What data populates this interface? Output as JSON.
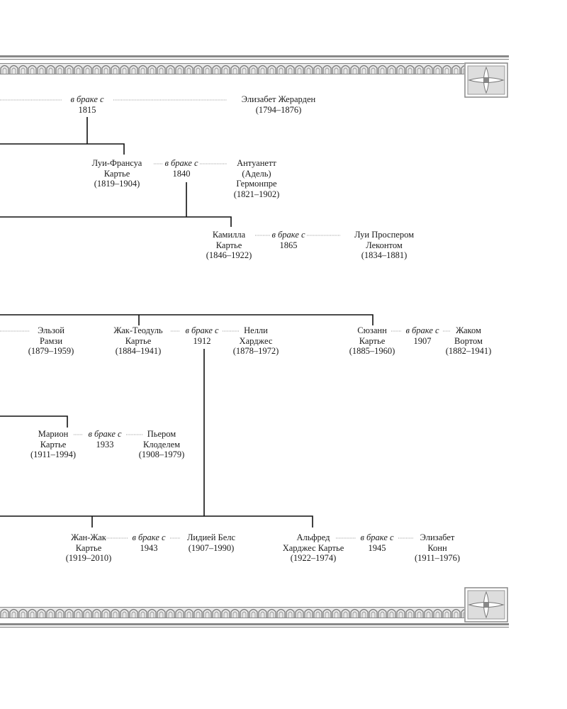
{
  "marriage_label": "в браке с",
  "gen1": {
    "marriage": {
      "year": "1815"
    },
    "spouse": {
      "lines": [
        "Элизабет Жерарден",
        "(1794–1876)"
      ]
    }
  },
  "gen2": {
    "person": {
      "lines": [
        "Луи-Франсуа",
        "Картье",
        "(1819–1904)"
      ]
    },
    "marriage": {
      "year": "1840"
    },
    "spouse": {
      "lines": [
        "Антуанетт",
        "(Адель)",
        "Гермонпре",
        "(1821–1902)"
      ]
    }
  },
  "gen3": {
    "person": {
      "lines": [
        "Камилла",
        "Картье",
        "(1846–1922)"
      ]
    },
    "marriage": {
      "year": "1865"
    },
    "spouse": {
      "lines": [
        "Луи Проспером",
        "Леконтом",
        "(1834–1881)"
      ]
    }
  },
  "gen4": {
    "elsie": {
      "lines": [
        "Эльзой",
        "Рамзи",
        "(1879–1959)"
      ]
    },
    "jacques": {
      "lines": [
        "Жак-Теодуль",
        "Картье",
        "(1884–1941)"
      ]
    },
    "jacques_marriage": {
      "year": "1912"
    },
    "nelly": {
      "lines": [
        "Нелли",
        "Харджес",
        "(1878–1972)"
      ]
    },
    "suzanne": {
      "lines": [
        "Сюзанн",
        "Картье",
        "(1885–1960)"
      ]
    },
    "suzanne_marriage": {
      "year": "1907"
    },
    "worth": {
      "lines": [
        "Жаком",
        "Вортом",
        "(1882–1941)"
      ]
    }
  },
  "gen5": {
    "marion": {
      "lines": [
        "Марион",
        "Картье",
        "(1911–1994)"
      ]
    },
    "marion_marriage": {
      "year": "1933"
    },
    "pierre": {
      "lines": [
        "Пьером",
        "Клоделем",
        "(1908–1979)"
      ]
    },
    "jeanjacques": {
      "lines": [
        "Жан-Жак",
        "Картье",
        "(1919–2010)"
      ]
    },
    "jeanjacques_marriage": {
      "year": "1943"
    },
    "lydia": {
      "lines": [
        "Лидией Белс",
        "(1907–1990)"
      ]
    },
    "alfred": {
      "lines": [
        "Альфред",
        "Харджес Картье",
        "(1922–1974)"
      ]
    },
    "alfred_marriage": {
      "year": "1945"
    },
    "elisabeth": {
      "lines": [
        "Элизабет",
        "Конн",
        "(1911–1976)"
      ]
    }
  }
}
